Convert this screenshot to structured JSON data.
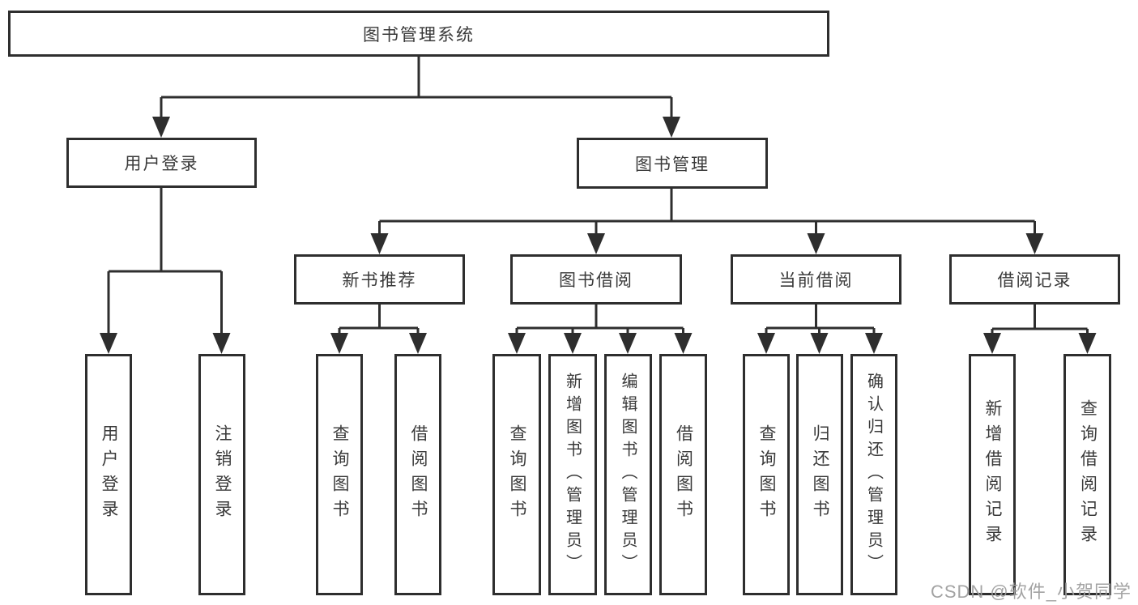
{
  "diagram": {
    "type": "hierarchy-diagram",
    "title": "图书管理系统",
    "watermark": "CSDN @软件_小贺同学",
    "colors": {
      "line": "#2e2e2e",
      "box_border": "#2e2e2e",
      "text": "#3a3a3a",
      "watermark": "#9e9e9e",
      "background": "#ffffff"
    },
    "nodes": {
      "root": {
        "label": "图书管理系统",
        "children": [
          "user_login",
          "book_mgmt"
        ]
      },
      "user_login": {
        "label": "用户登录",
        "children": [
          "leaf_user_login",
          "leaf_logout"
        ]
      },
      "book_mgmt": {
        "label": "图书管理",
        "children": [
          "new_book_rec",
          "book_borrow",
          "current_borrow",
          "borrow_records"
        ]
      },
      "new_book_rec": {
        "label": "新书推荐",
        "children": [
          "nbr_query_book",
          "nbr_borrow_book"
        ]
      },
      "book_borrow": {
        "label": "图书借阅",
        "children": [
          "bb_query_book",
          "bb_add_book",
          "bb_edit_book",
          "bb_borrow_book"
        ]
      },
      "current_borrow": {
        "label": "当前借阅",
        "children": [
          "cb_query_book",
          "cb_return_book",
          "cb_confirm_return"
        ]
      },
      "borrow_records": {
        "label": "借阅记录",
        "children": [
          "br_add_record",
          "br_query_record"
        ]
      },
      "leaf_user_login": {
        "label": "用户登录"
      },
      "leaf_logout": {
        "label": "注销登录"
      },
      "nbr_query_book": {
        "label": "查询图书"
      },
      "nbr_borrow_book": {
        "label": "借阅图书"
      },
      "bb_query_book": {
        "label": "查询图书"
      },
      "bb_add_book": {
        "label": "新增图书（管理员）"
      },
      "bb_edit_book": {
        "label": "编辑图书（管理员）"
      },
      "bb_borrow_book": {
        "label": "借阅图书"
      },
      "cb_query_book": {
        "label": "查询图书"
      },
      "cb_return_book": {
        "label": "归还图书"
      },
      "cb_confirm_return": {
        "label": "确认归还（管理员）"
      },
      "br_add_record": {
        "label": "新增借阅记录"
      },
      "br_query_record": {
        "label": "查询借阅记录"
      }
    }
  }
}
